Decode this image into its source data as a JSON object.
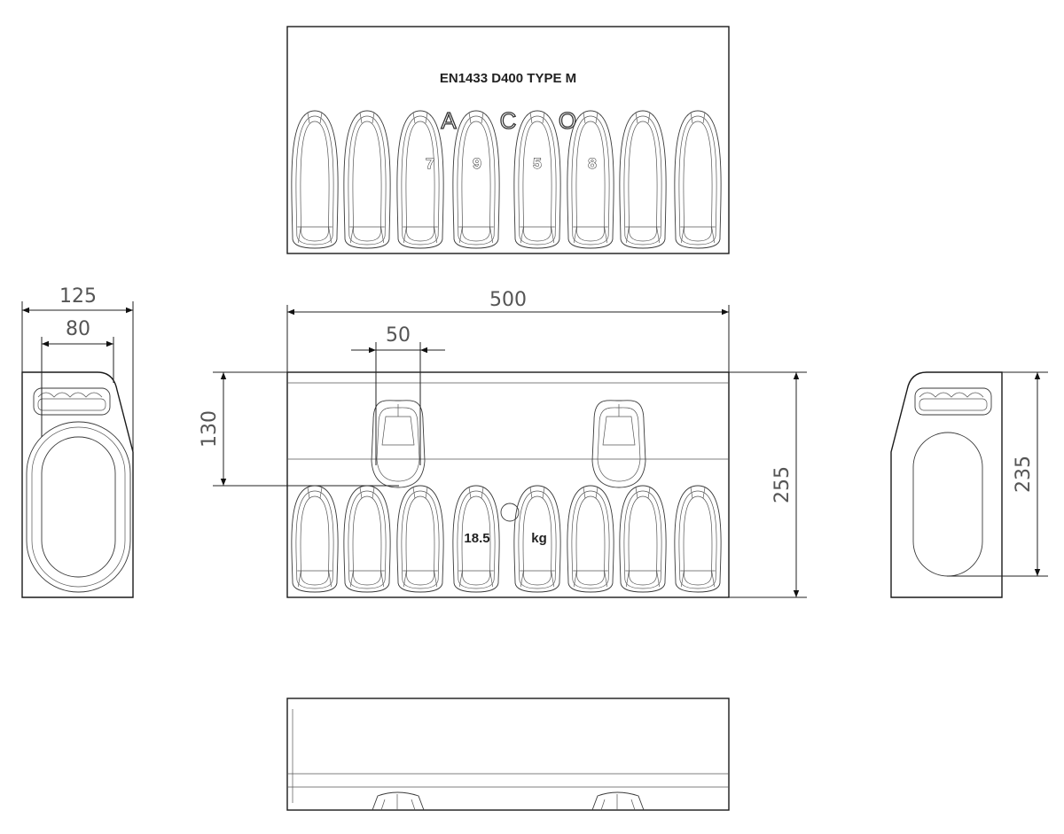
{
  "top_view": {
    "marking": "EN1433 D400 TYPE M",
    "logo_letters": [
      "A",
      "C",
      "O"
    ],
    "code_digits": [
      "7",
      "9",
      "5",
      "8"
    ]
  },
  "front_view": {
    "weight_value": "18.5",
    "weight_unit": "kg"
  },
  "dimensions": {
    "side_total_width": "125",
    "side_inner_width": "80",
    "front_length": "500",
    "slot_width": "50",
    "slot_height": "130",
    "front_height": "255",
    "right_height": "235"
  },
  "colors": {
    "line": "#1a1a1a",
    "dimension_text": "#555555",
    "background": "#ffffff"
  }
}
